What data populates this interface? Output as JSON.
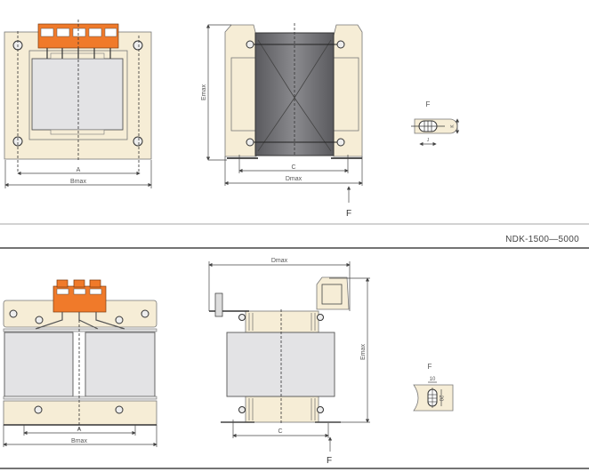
{
  "model_range": "NDK-1500—5000",
  "top_front": {
    "dim_a": "A",
    "dim_b": "Bmax"
  },
  "top_side": {
    "dim_e": "Emax",
    "dim_c": "C",
    "dim_d": "Dmax",
    "view_marker": "F"
  },
  "top_detail": {
    "title": "F",
    "dim_j": "J",
    "dim_k": "K"
  },
  "bottom_front": {
    "dim_a": "A",
    "dim_b": "Bmax"
  },
  "bottom_side": {
    "dim_d": "Dmax",
    "dim_e": "Emax",
    "dim_c": "C",
    "view_marker": "F"
  },
  "bottom_detail": {
    "title": "F",
    "dim_w": "10",
    "dim_h": "20"
  },
  "colors": {
    "frame": "#f6edd6",
    "coil": "#e3e3e5",
    "terminal": "#f07a2a",
    "core": "#6e6e72"
  }
}
